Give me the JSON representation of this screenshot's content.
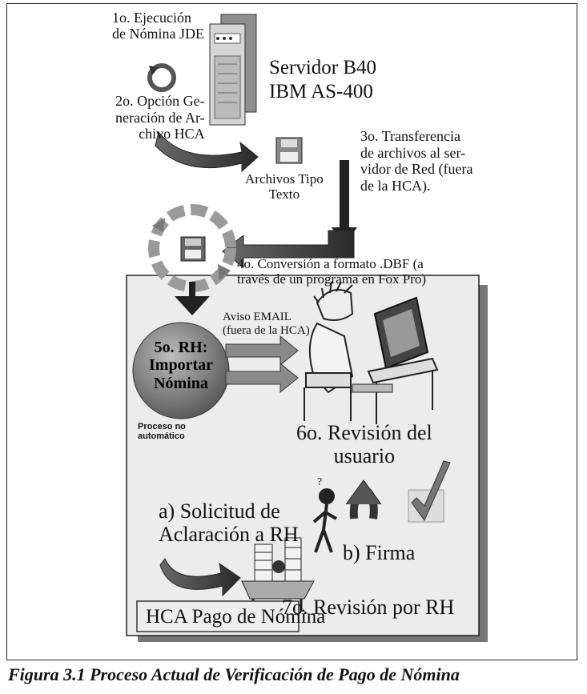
{
  "steps": {
    "s1": [
      "1o. Ejecución",
      "de Nómina JDE"
    ],
    "s2": [
      "2o. Opción Ge-",
      "neración de Ar-",
      "chivo HCA"
    ],
    "s3": [
      "3o. Transferencia",
      "de archivos al ser-",
      "vidor de Red (fuera",
      "de la HCA)."
    ],
    "s4": [
      "4o. Conversión a formato .DBF (a",
      "través de un programa en Fox  Pro)"
    ],
    "s5": [
      "5o. RH:",
      "Importar",
      "Nómina"
    ],
    "s6": [
      "6o. Revisión del",
      "usuario"
    ],
    "s7": "7o. Revisión por RH"
  },
  "server": [
    "Servidor B40",
    "IBM AS-400"
  ],
  "files": [
    "Archivos Tipo",
    "Texto"
  ],
  "email": [
    "Aviso EMAIL",
    "(fuera de la HCA)"
  ],
  "manual": [
    "Proceso no",
    "automático"
  ],
  "option_a": [
    "a) Solicitud de",
    "Aclaración a RH"
  ],
  "option_b": "b) Firma",
  "box_label": "HCA Pago de Nómina",
  "caption": "Figura 3.1 Proceso Actual de Verificación de Pago de Nómina"
}
